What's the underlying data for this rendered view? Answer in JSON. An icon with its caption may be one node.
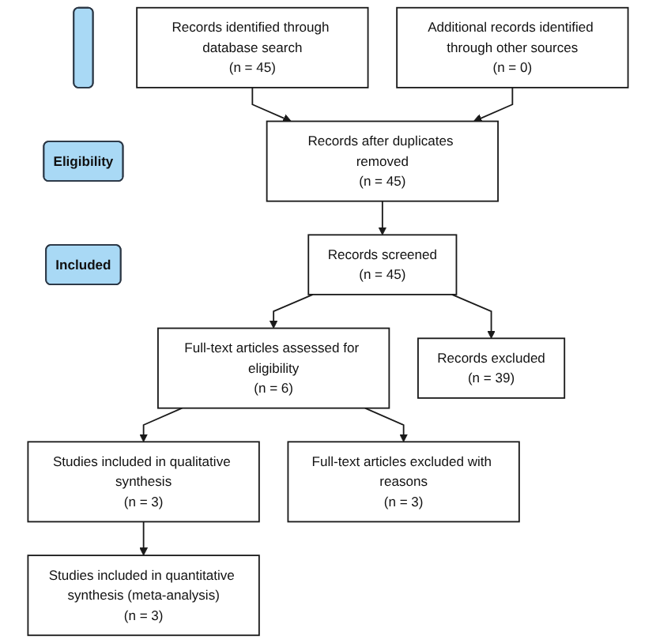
{
  "diagram": {
    "nodes": [
      {
        "text": [
          "Records identified through database search",
          "(n = 45)"
        ]
      },
      {
        "text": [
          "Additional records identified through other sources",
          "(n = 0)"
        ]
      },
      {
        "text": [
          "Records after duplicates removed",
          "(n = 45)"
        ]
      },
      {
        "text": [
          "Records screened",
          "(n = 45)"
        ]
      },
      {
        "text": [
          "Records excluded",
          "(n = 39)"
        ]
      },
      {
        "text": [
          "Full-text articles assessed for eligibility",
          "(n = 6)"
        ]
      },
      {
        "text": [
          "Full-text articles excluded with reasons",
          "(n = 3)"
        ]
      },
      {
        "text": [
          "Studies included in qualitative synthesis",
          "(n = 3)"
        ]
      },
      {
        "text": [
          "Studies included in quantitative synthesis (meta-analysis)",
          "(n = 3)"
        ]
      },
      {
        "text": [],
        "shape": "bar"
      },
      {
        "text": [
          "Eligibility"
        ]
      },
      {
        "text": [
          "Included"
        ]
      }
    ],
    "edges": [
      {
        "from": 0,
        "to": 2,
        "arrow": "to"
      },
      {
        "from": 1,
        "to": 2,
        "arrow": "to"
      },
      {
        "from": 2,
        "to": 3,
        "arrow": "to"
      },
      {
        "from": 3,
        "to": 4,
        "arrow": "to"
      },
      {
        "from": 3,
        "to": 5,
        "arrow": "to"
      },
      {
        "from": 5,
        "to": 6,
        "arrow": "to"
      },
      {
        "from": 5,
        "to": 7,
        "arrow": "to"
      },
      {
        "from": 7,
        "to": 8,
        "arrow": "to"
      }
    ]
  }
}
